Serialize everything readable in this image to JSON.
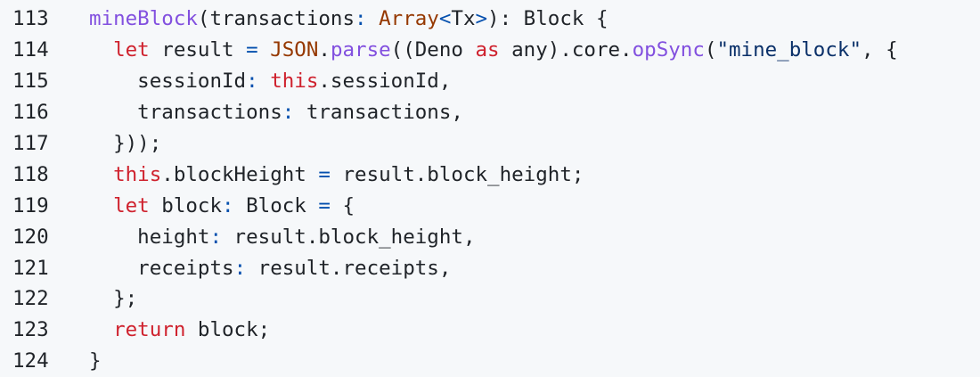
{
  "code_view": {
    "lines": [
      {
        "number": "113",
        "tokens": [
          {
            "text": "mineBlock",
            "kind": "fn"
          },
          {
            "text": "(transactions",
            "kind": "plain"
          },
          {
            "text": ":",
            "kind": "prop"
          },
          {
            "text": " ",
            "kind": "plain"
          },
          {
            "text": "Array",
            "kind": "type"
          },
          {
            "text": "<",
            "kind": "prop"
          },
          {
            "text": "Tx",
            "kind": "plain"
          },
          {
            "text": ">",
            "kind": "prop"
          },
          {
            "text": "): Block {",
            "kind": "plain"
          }
        ]
      },
      {
        "number": "114",
        "tokens": [
          {
            "text": "  ",
            "kind": "plain"
          },
          {
            "text": "let",
            "kind": "kw"
          },
          {
            "text": " result ",
            "kind": "plain"
          },
          {
            "text": "=",
            "kind": "prop"
          },
          {
            "text": " ",
            "kind": "plain"
          },
          {
            "text": "JSON",
            "kind": "type"
          },
          {
            "text": ".",
            "kind": "plain"
          },
          {
            "text": "parse",
            "kind": "fn"
          },
          {
            "text": "((Deno ",
            "kind": "plain"
          },
          {
            "text": "as",
            "kind": "kw"
          },
          {
            "text": " any).core.",
            "kind": "plain"
          },
          {
            "text": "opSync",
            "kind": "fn"
          },
          {
            "text": "(",
            "kind": "plain"
          },
          {
            "text": "\"mine_block\"",
            "kind": "str"
          },
          {
            "text": ", {",
            "kind": "plain"
          }
        ]
      },
      {
        "number": "115",
        "tokens": [
          {
            "text": "    sessionId",
            "kind": "plain"
          },
          {
            "text": ":",
            "kind": "prop"
          },
          {
            "text": " ",
            "kind": "plain"
          },
          {
            "text": "this",
            "kind": "kw"
          },
          {
            "text": ".sessionId,",
            "kind": "plain"
          }
        ]
      },
      {
        "number": "116",
        "tokens": [
          {
            "text": "    transactions",
            "kind": "plain"
          },
          {
            "text": ":",
            "kind": "prop"
          },
          {
            "text": " transactions,",
            "kind": "plain"
          }
        ]
      },
      {
        "number": "117",
        "tokens": [
          {
            "text": "  }));",
            "kind": "plain"
          }
        ]
      },
      {
        "number": "118",
        "tokens": [
          {
            "text": "  ",
            "kind": "plain"
          },
          {
            "text": "this",
            "kind": "kw"
          },
          {
            "text": ".blockHeight ",
            "kind": "plain"
          },
          {
            "text": "=",
            "kind": "prop"
          },
          {
            "text": " result.block_height;",
            "kind": "plain"
          }
        ]
      },
      {
        "number": "119",
        "tokens": [
          {
            "text": "  ",
            "kind": "plain"
          },
          {
            "text": "let",
            "kind": "kw"
          },
          {
            "text": " block",
            "kind": "plain"
          },
          {
            "text": ":",
            "kind": "prop"
          },
          {
            "text": " Block ",
            "kind": "plain"
          },
          {
            "text": "=",
            "kind": "prop"
          },
          {
            "text": " {",
            "kind": "plain"
          }
        ]
      },
      {
        "number": "120",
        "tokens": [
          {
            "text": "    height",
            "kind": "plain"
          },
          {
            "text": ":",
            "kind": "prop"
          },
          {
            "text": " result.block_height,",
            "kind": "plain"
          }
        ]
      },
      {
        "number": "121",
        "tokens": [
          {
            "text": "    receipts",
            "kind": "plain"
          },
          {
            "text": ":",
            "kind": "prop"
          },
          {
            "text": " result.receipts,",
            "kind": "plain"
          }
        ]
      },
      {
        "number": "122",
        "tokens": [
          {
            "text": "  };",
            "kind": "plain"
          }
        ]
      },
      {
        "number": "123",
        "tokens": [
          {
            "text": "  ",
            "kind": "plain"
          },
          {
            "text": "return",
            "kind": "kw"
          },
          {
            "text": " block;",
            "kind": "plain"
          }
        ]
      },
      {
        "number": "124",
        "tokens": [
          {
            "text": "}",
            "kind": "plain"
          }
        ]
      }
    ],
    "colors": {
      "background": "#f6f8fa",
      "plain": "#1f2328",
      "function": "#8250df",
      "keyword": "#cf222e",
      "type": "#953800",
      "string": "#0a3069",
      "punctuation": "#0550ae"
    }
  }
}
